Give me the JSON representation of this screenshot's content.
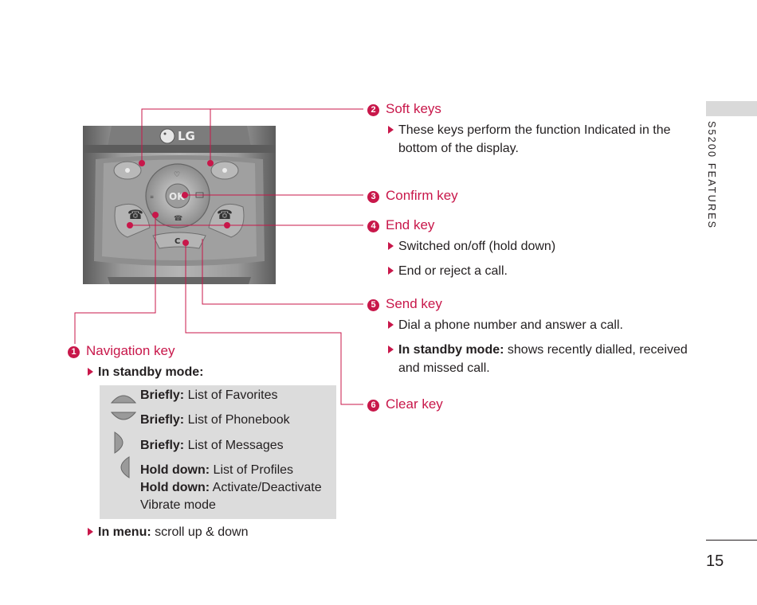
{
  "phone": {
    "brand": "LG",
    "ok_label": "OK",
    "clear_label": "C"
  },
  "callouts": {
    "soft": {
      "num": "2",
      "title": "Soft keys",
      "bullets": [
        "These keys perform the function Indicated in the bottom of the display."
      ]
    },
    "confirm": {
      "num": "3",
      "title": "Confirm key"
    },
    "end": {
      "num": "4",
      "title": "End key",
      "bullets": [
        "Switched on/off (hold down)",
        "End or reject a call."
      ]
    },
    "send": {
      "num": "5",
      "title": "Send key",
      "bullets": [
        "Dial a phone number and answer a call."
      ],
      "standby_label": "In standby mode:",
      "standby_text": " shows recently dialled, received and missed call."
    },
    "clear": {
      "num": "6",
      "title": "Clear key"
    },
    "navigation": {
      "num": "1",
      "title": "Navigation key",
      "standby_label": "In standby mode:",
      "items": [
        {
          "bold": "Briefly:",
          "text": " List of Favorites",
          "icon": "nav-up-icon"
        },
        {
          "bold": "Briefly:",
          "text": " List of Phonebook",
          "icon": "nav-down-icon"
        },
        {
          "bold": "Briefly:",
          "text": " List of Messages",
          "icon": "nav-right-icon"
        },
        {
          "bold": "Hold down:",
          "text": " List of Profiles",
          "icon": "nav-left-icon"
        },
        {
          "bold": "Hold down:",
          "text": " Activate/Deactivate",
          "icon": ""
        }
      ],
      "vibrate_text": "Vibrate mode",
      "menu_label": "In menu:",
      "menu_text": " scroll up & down"
    }
  },
  "sidebar": {
    "section_title": "S5200 FEATURES"
  },
  "footer": {
    "page_number": "15"
  },
  "colors": {
    "accent": "#c8174a",
    "panel": "#dcdcdc",
    "text": "#231f20"
  }
}
